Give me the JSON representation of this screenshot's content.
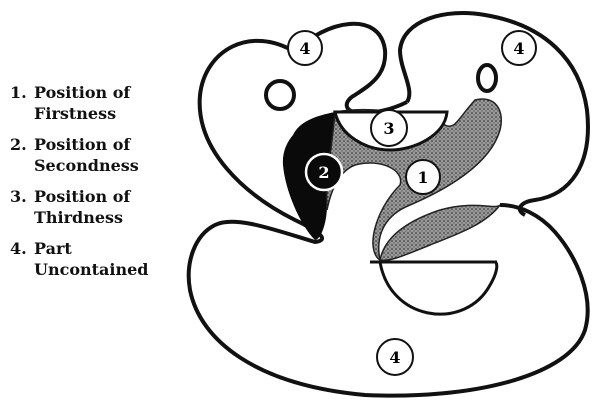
{
  "legend": {
    "items": [
      {
        "number": "1.",
        "text": "Position of\nFirstness"
      },
      {
        "number": "2.",
        "text": "Position of\nSecondness"
      },
      {
        "number": "3.",
        "text": "Position of\nThirdness"
      },
      {
        "number": "4.",
        "text": "Part\nUncontained"
      }
    ]
  },
  "figure": {
    "labels": {
      "firstness": "1",
      "secondness": "2",
      "thirdness": "3",
      "uncontained_top_left": "4",
      "uncontained_top_right": "4",
      "uncontained_bottom": "4"
    }
  },
  "colors": {
    "ink": "#111111",
    "stipple": "#6f6f6f",
    "solid": "#0a0a0a"
  }
}
